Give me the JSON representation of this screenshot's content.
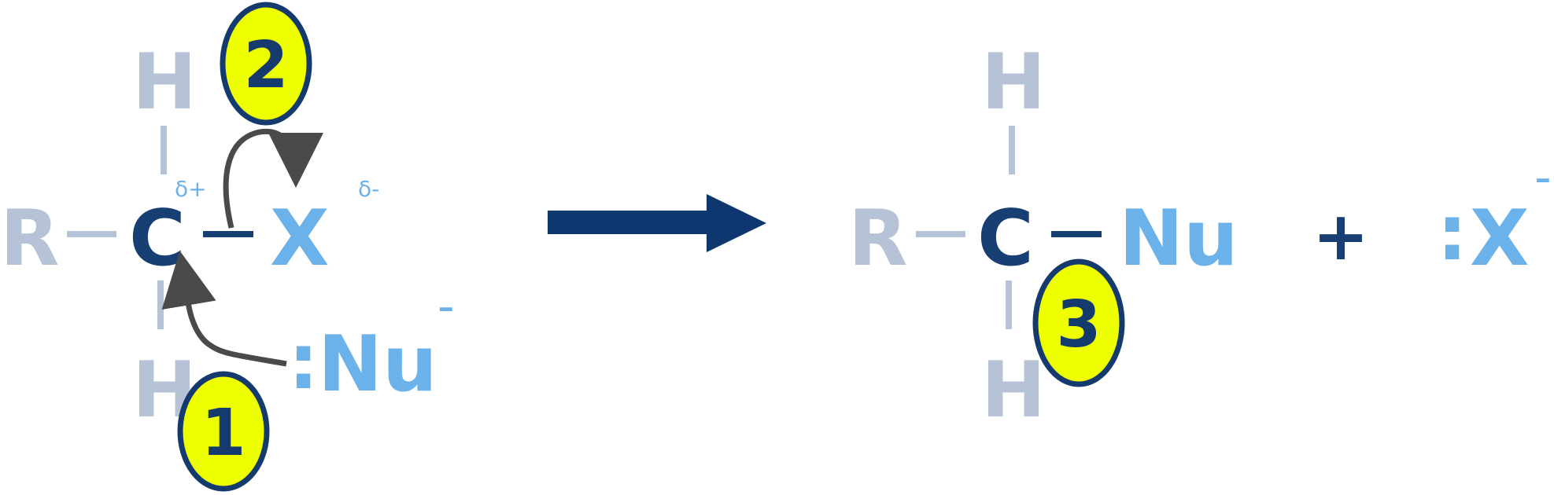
{
  "colors": {
    "substituent_gray": "#b6c2d6",
    "carbon_navy": "#173f73",
    "nucleophile_blue": "#6cb2ea",
    "arrow_gray": "#4a4a4a",
    "reaction_arrow": "#0e3770",
    "badge_fill": "#eeff00",
    "badge_border": "#143a6e"
  },
  "reactant": {
    "r_group": "R",
    "carbon": "C",
    "hydrogen_top": "H",
    "hydrogen_bottom": "H",
    "delta_plus": "δ+",
    "leaving_group": "X",
    "delta_minus": "δ-",
    "nucleophile_colon": ":",
    "nucleophile": "Nu",
    "nucleophile_charge": "-"
  },
  "product": {
    "r_group": "R",
    "carbon": "C",
    "hydrogen_top": "H",
    "hydrogen_bottom": "H",
    "nucleophile": "Nu",
    "plus_sign": "+",
    "leaving_colon": ":",
    "leaving_group": "X",
    "leaving_charge": "-"
  },
  "step_badges": [
    "1",
    "2",
    "3"
  ]
}
